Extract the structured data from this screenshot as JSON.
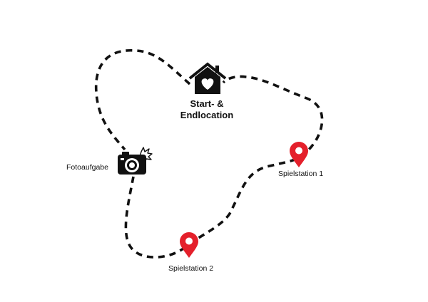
{
  "diagram": {
    "start_label_line1": "Start- &",
    "start_label_line2": "Endlocation",
    "photo_task_label": "Fotoaufgabe",
    "station1_label": "Spielstation 1",
    "station2_label": "Spielstation 2"
  },
  "icons": {
    "home": "house-heart-icon",
    "camera": "camera-flash-icon",
    "pin": "map-pin-icon"
  },
  "colors": {
    "path": "#111111",
    "pin": "#e4202b",
    "background": "#ffffff"
  }
}
